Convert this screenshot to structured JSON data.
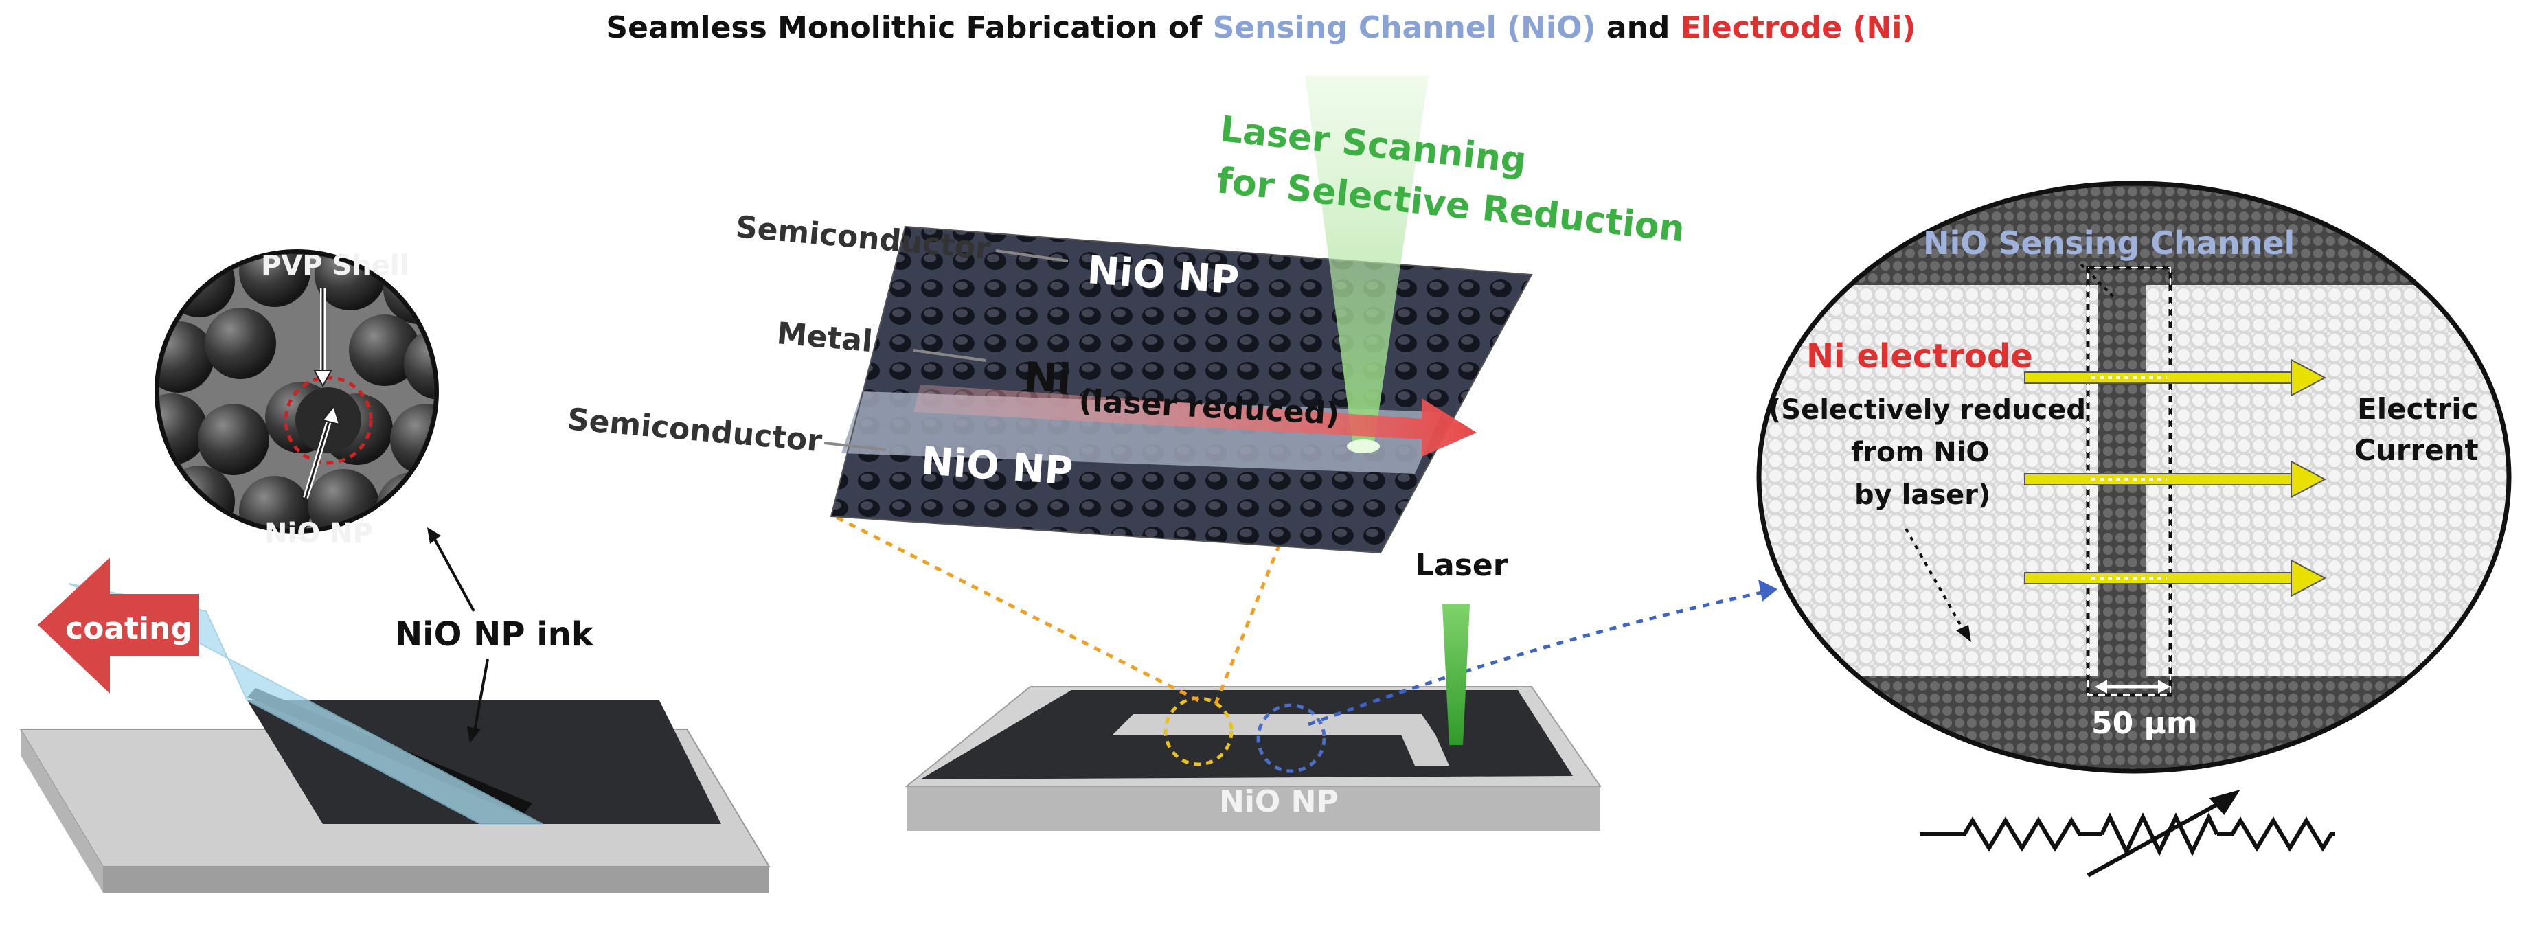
{
  "title": {
    "prefix": "Seamless Monolithic Fabrication of ",
    "channel": "Sensing Channel (NiO)",
    "and": " and ",
    "electrode": "Electrode (Ni)"
  },
  "left": {
    "pvp_shell": "PVP Shell",
    "nio_np": "NiO NP",
    "coating": "coating",
    "ink": "NiO NP ink"
  },
  "center": {
    "laser_scan_line1": "Laser Scanning",
    "laser_scan_line2": "for Selective Reduction",
    "semiconductor_top": "Semiconductor",
    "metal": "Metal",
    "semiconductor_bottom": "Semiconductor",
    "nio_top": "NiO NP",
    "ni": "Ni",
    "laser_reduced": "(laser reduced)",
    "nio_bottom": "NiO NP",
    "laser": "Laser",
    "substrate_nio": "NiO NP"
  },
  "right": {
    "sensing_channel": "NiO Sensing Channel",
    "ni_electrode": "Ni electrode",
    "reduced_line1": "(Selectively reduced",
    "reduced_line2": "from NiO",
    "reduced_line3": "by laser)",
    "electric_line1": "Electric",
    "electric_line2": "Current",
    "scale": "50 μm"
  },
  "colors": {
    "title_blue": "#8aa3d6",
    "title_red": "#e03030",
    "laser_green": "#3cb043",
    "arrow_red": "#e05050",
    "current_yellow": "#e8e000",
    "substrate_dark": "#2f3133",
    "substrate_light": "#c8c8c8"
  }
}
